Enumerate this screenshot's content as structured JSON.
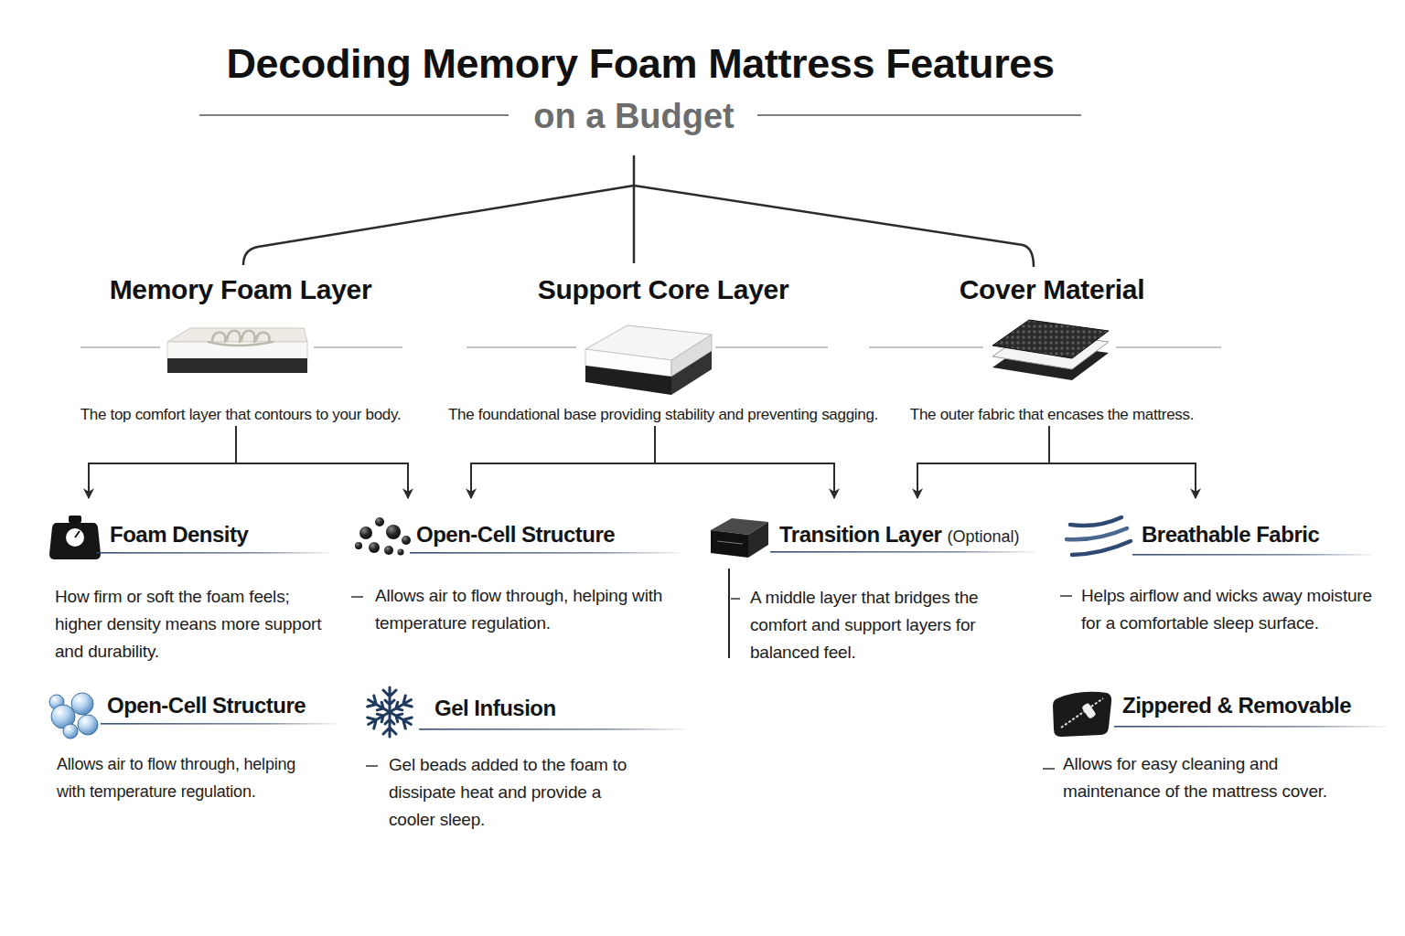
{
  "diagram": {
    "title": "Decoding Memory Foam Mattress Features",
    "nodes": [
      {
        "text": [
          "Memory Foam Layer",
          "The top comfort layer that contours to your body."
        ]
      },
      {
        "text": [
          "Support Core Layer",
          "The foundational base providing stability and preventing sagging."
        ]
      },
      {
        "text": [
          "Cover Material",
          "The outer fabric that encases the mattress."
        ]
      },
      {
        "text": [
          "Foam Density",
          "How firm or soft the foam feels; higher density means more support and durability."
        ]
      },
      {
        "text": [
          "Open-Cell Structure",
          "Allows air to flow through, helping with temperature regulation."
        ]
      },
      {
        "text": [
          "Transition Layer",
          "(Optional)",
          "A middle layer that bridges the comfort and support layers for balanced feel."
        ]
      },
      {
        "text": [
          "Breathable Fabric",
          "Helps airflow and wicks away moisture for a comfortable sleep surface."
        ]
      },
      {
        "text": [
          "Open-Cell Structure",
          "Allows air to flow through, helping with temperature regulation."
        ]
      },
      {
        "text": [
          "Gel Infusion",
          "Gel beads added to the foam to dissipate heat and provide a cooler sleep."
        ]
      },
      {
        "text": [
          "Zippered & Removable",
          "Allows for easy cleaning and maintenance of the mattress cover."
        ]
      }
    ],
    "edges": [
      {
        "from": 0,
        "to": 3,
        "arrow": "to"
      },
      {
        "from": 0,
        "to": 4,
        "arrow": "to"
      },
      {
        "from": 1,
        "to": 4,
        "arrow": "to"
      },
      {
        "from": 1,
        "to": 5,
        "arrow": "to"
      },
      {
        "from": 2,
        "to": 5,
        "arrow": "to"
      },
      {
        "from": 2,
        "to": 6,
        "arrow": "to"
      }
    ],
    "labels": [
      "on a Budget"
    ]
  }
}
